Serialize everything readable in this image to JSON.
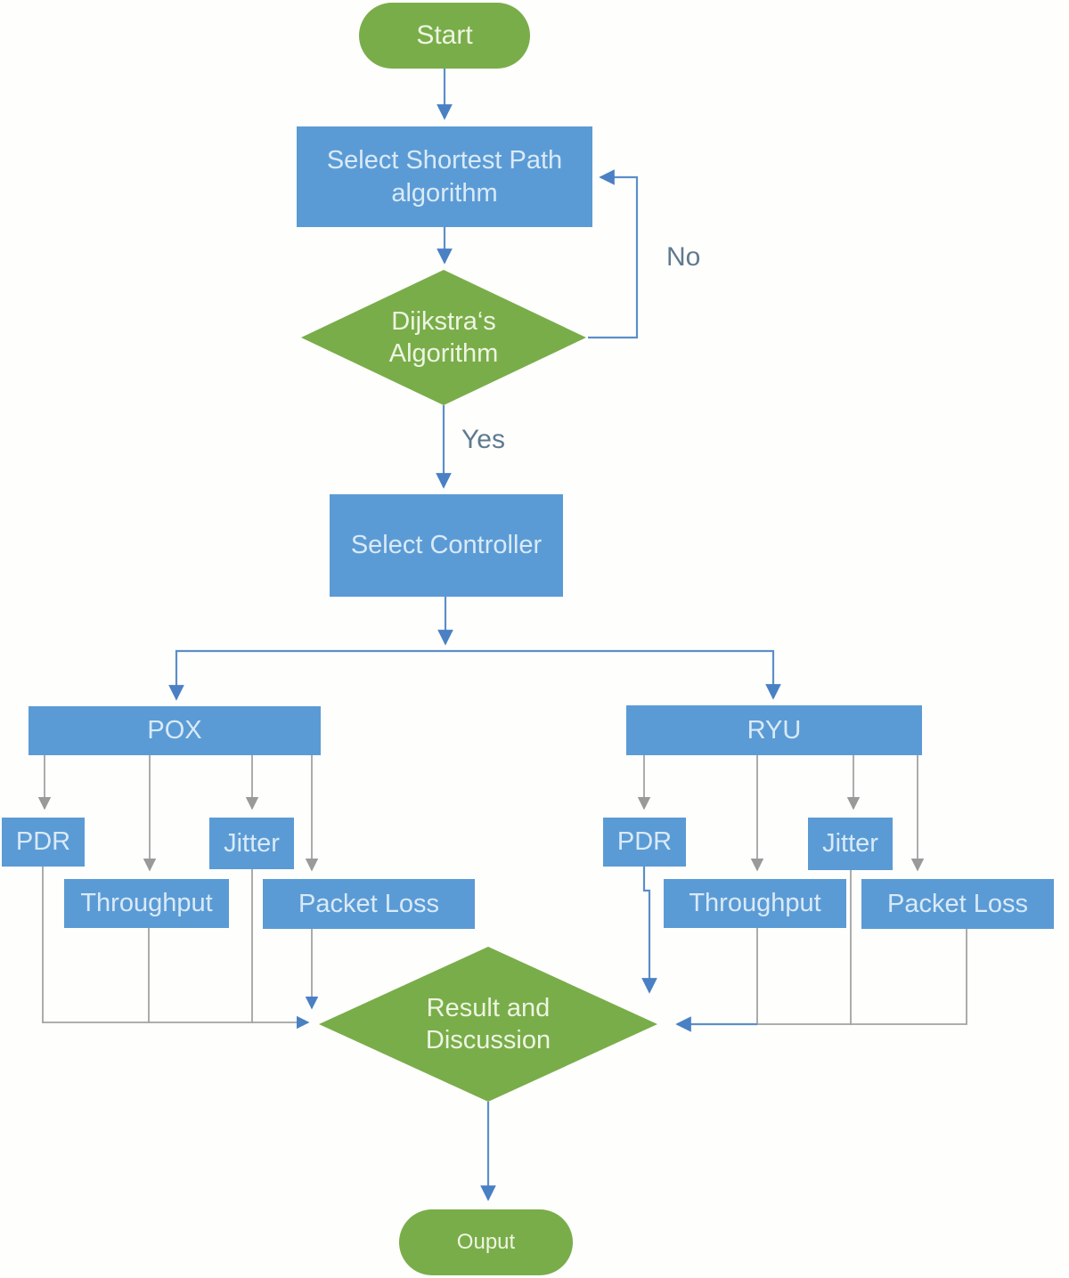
{
  "flowchart": {
    "nodes": {
      "start": {
        "label": "Start",
        "shape": "stadium"
      },
      "select_algorithm": {
        "label": "Select Shortest Path algorithm",
        "shape": "rect"
      },
      "dijkstra": {
        "label": "Dijkstra‘s Algorithm",
        "shape": "diamond"
      },
      "select_controller": {
        "label": "Select Controller",
        "shape": "rect"
      },
      "pox": {
        "label": "POX",
        "shape": "rect"
      },
      "ryu": {
        "label": "RYU",
        "shape": "rect"
      },
      "pdr_left": {
        "label": "PDR",
        "shape": "rect"
      },
      "throughput_left": {
        "label": "Throughput",
        "shape": "rect"
      },
      "jitter_left": {
        "label": "Jitter",
        "shape": "rect"
      },
      "packet_loss_left": {
        "label": "Packet Loss",
        "shape": "rect"
      },
      "pdr_right": {
        "label": "PDR",
        "shape": "rect"
      },
      "throughput_right": {
        "label": "Throughput",
        "shape": "rect"
      },
      "jitter_right": {
        "label": "Jitter",
        "shape": "rect"
      },
      "packet_loss_right": {
        "label": "Packet Loss",
        "shape": "rect"
      },
      "result": {
        "label": "Result and Discussion",
        "shape": "diamond"
      },
      "output": {
        "label": "Ouput",
        "shape": "stadium"
      }
    },
    "edge_labels": {
      "no": "No",
      "yes": "Yes"
    },
    "colors": {
      "node_blue": "#5b9bd5",
      "node_green": "#79ad49",
      "text_on_blue": "#d9eaf7",
      "text_on_green": "#eef5e2",
      "connector_blue": "#5b8fc9",
      "connector_gray": "#a3a3a3",
      "arrow_blue": "#4a80c4",
      "arrow_gray": "#9a9a9a",
      "edge_label": "#5f7a8e"
    }
  }
}
